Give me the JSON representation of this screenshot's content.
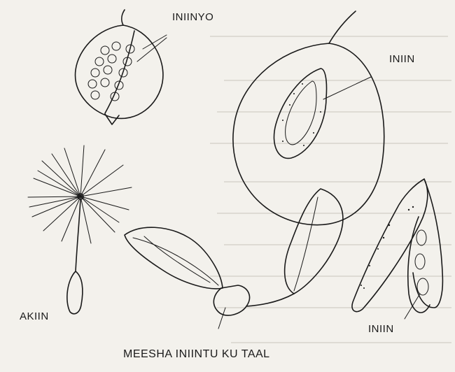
{
  "labels": {
    "top_left": "INIINYO",
    "top_right": "INIIN",
    "bottom_right": "INIIN",
    "left": "AKIIN",
    "caption": "MEESHA INIINTU KU TAAL"
  }
}
